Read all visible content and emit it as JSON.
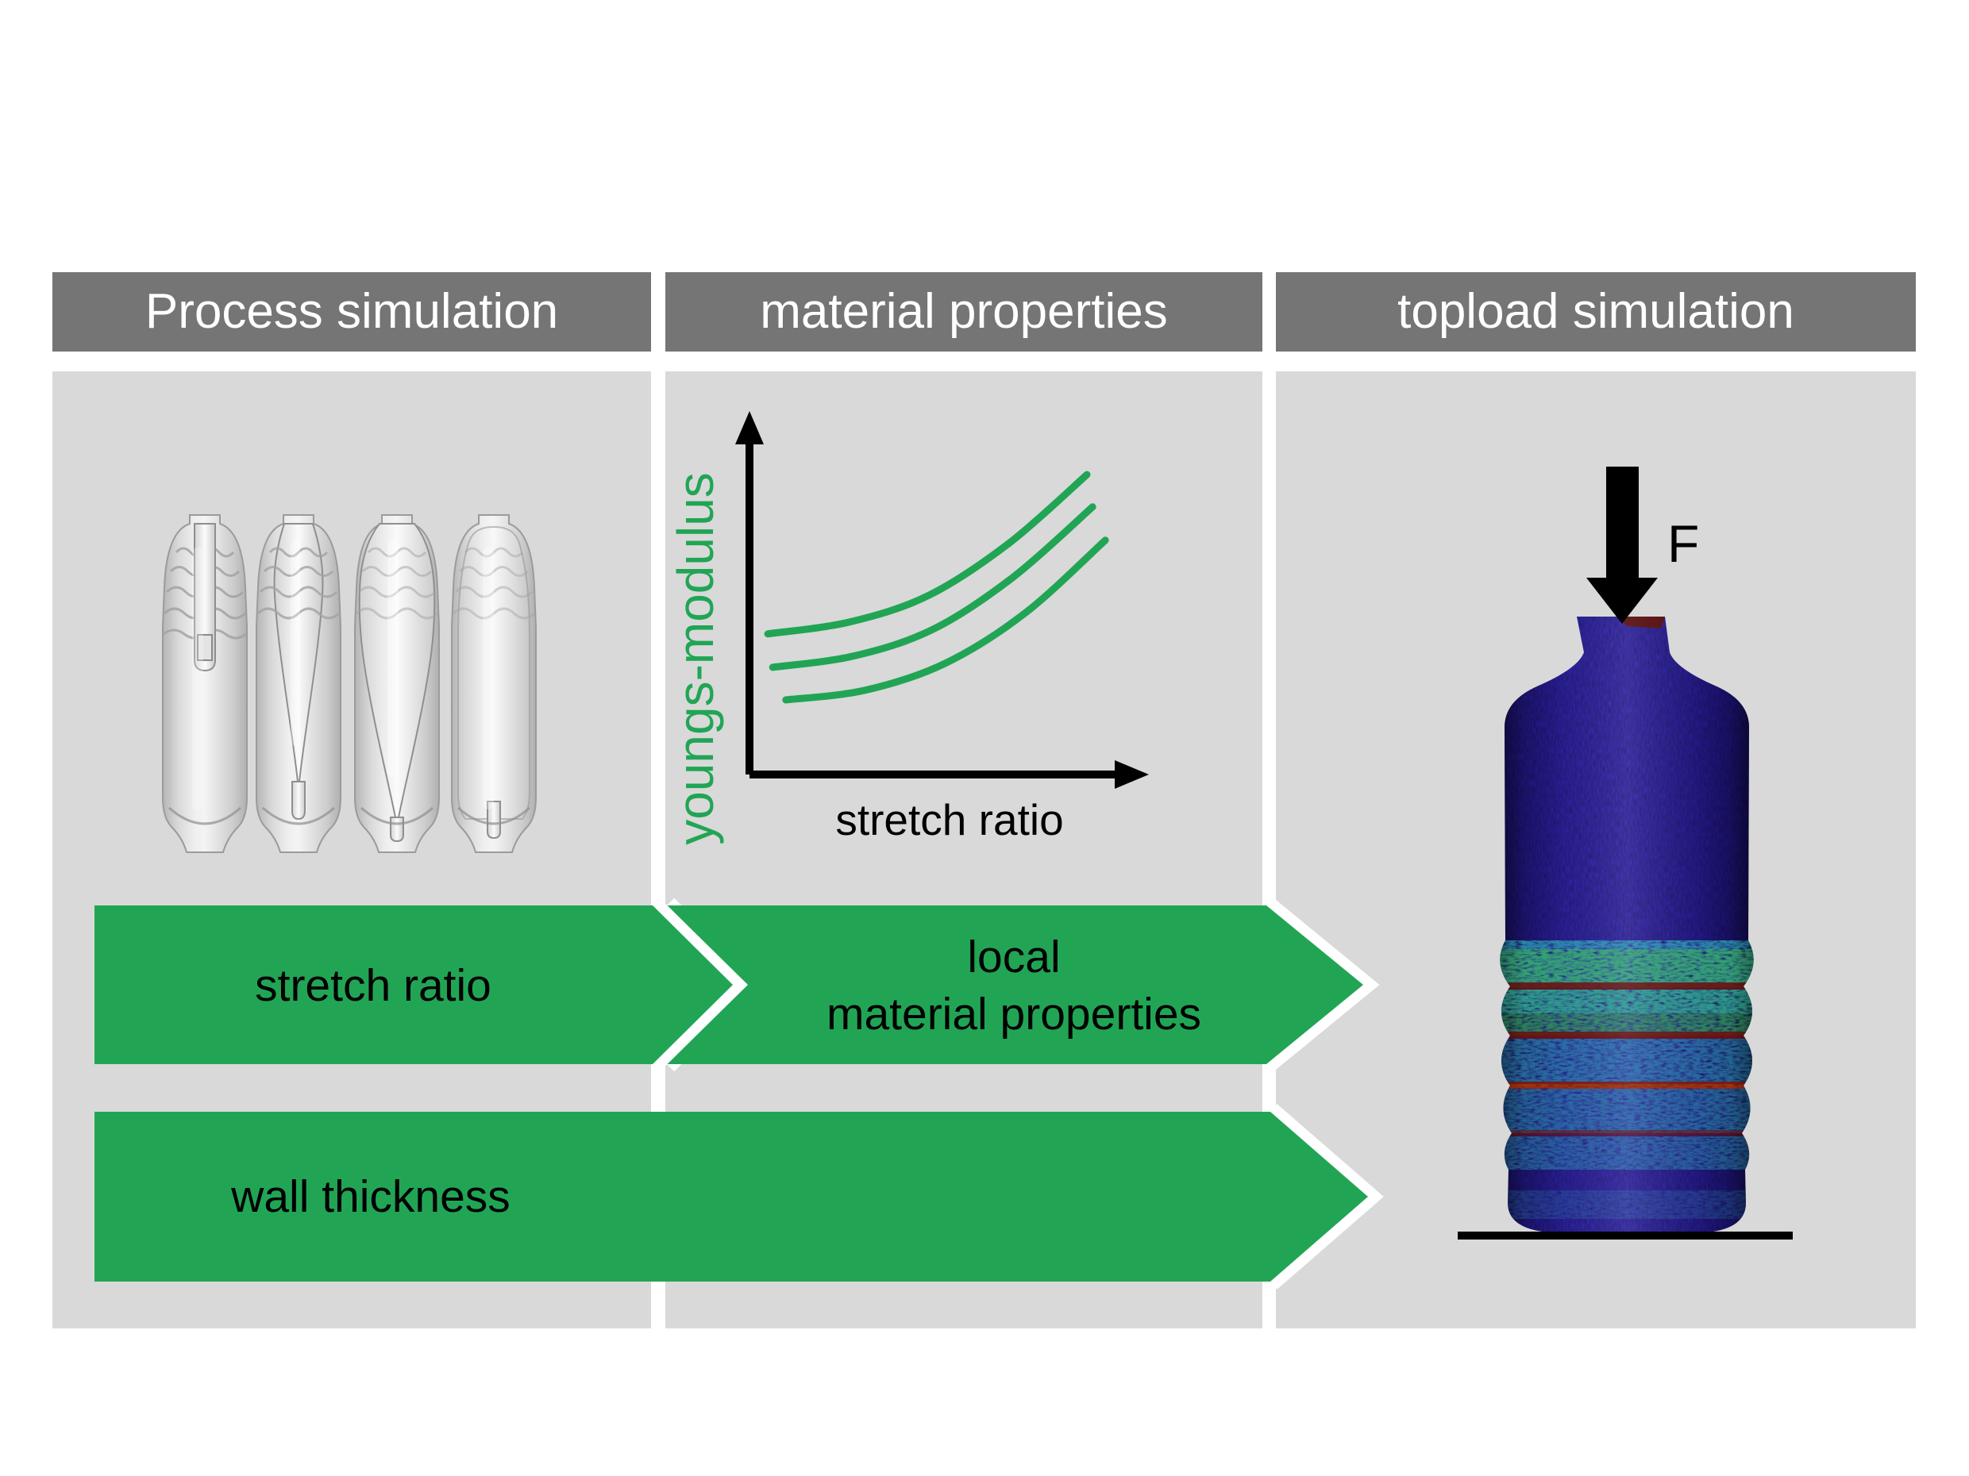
{
  "colors": {
    "background": "#ffffff",
    "panel_gray": "#d9d9d9",
    "header_bg": "#757575",
    "header_text": "#ffffff",
    "accent_green": "#21a555",
    "label_text": "#000000",
    "fem_body_indigo": "#2c20a2",
    "fem_band_cyan": "#2fb0c0",
    "fem_band_green": "#35b155",
    "fem_band_red": "#6b1410",
    "ground_line": "#000000"
  },
  "columns": [
    {
      "header": "Process simulation",
      "illustration": "bottle-blow-molding-stages-render"
    },
    {
      "header": "material properties",
      "illustration": "youngs-modulus-vs-stretch-ratio-chart"
    },
    {
      "header": "topload simulation",
      "illustration": "fem-topload-bottle-render"
    }
  ],
  "flow_arrows": [
    {
      "label": "stretch ratio"
    },
    {
      "lines": [
        "local",
        "material properties"
      ]
    },
    {
      "label": "wall thickness"
    }
  ],
  "chart_data": {
    "type": "line",
    "title": "",
    "xlabel": "stretch ratio",
    "ylabel": "youngs-modulus",
    "legend": "none",
    "gridlines": false,
    "tick_labels": "none",
    "axes": "arrow-ended qualitative sketch axes, values normalized 0-1 of plot area",
    "x_range": [
      0,
      1
    ],
    "y_range": [
      0,
      1
    ],
    "series": [
      {
        "name": "upper curve",
        "x": [
          0.046,
          0.25,
          0.45,
          0.65,
          0.845
        ],
        "y": [
          0.392,
          0.425,
          0.5,
          0.645,
          0.836
        ]
      },
      {
        "name": "middle curve",
        "x": [
          0.058,
          0.26,
          0.46,
          0.66,
          0.859
        ],
        "y": [
          0.299,
          0.33,
          0.405,
          0.55,
          0.746
        ]
      },
      {
        "name": "lower curve",
        "x": [
          0.091,
          0.29,
          0.49,
          0.69,
          0.891
        ],
        "y": [
          0.208,
          0.235,
          0.31,
          0.45,
          0.653
        ]
      }
    ]
  },
  "topload": {
    "force_label": "F"
  }
}
